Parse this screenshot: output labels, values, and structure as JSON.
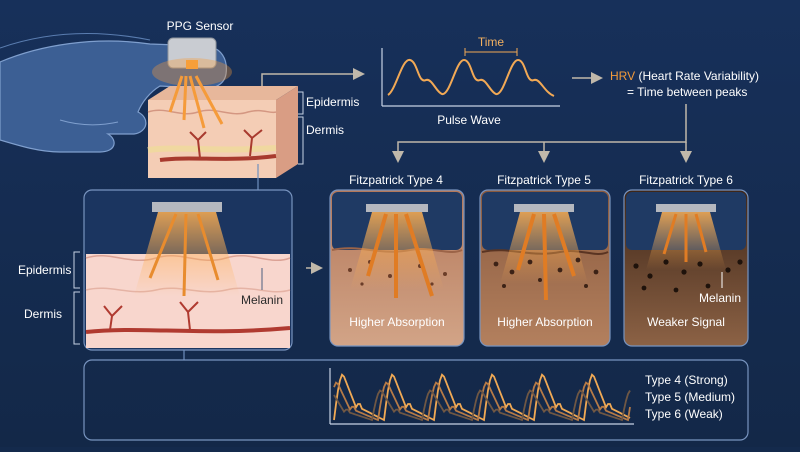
{
  "sensor": {
    "label": "PPG Sensor"
  },
  "skin_top": {
    "epidermis": "Epidermis",
    "dermis": "Dermis"
  },
  "pulse": {
    "label": "Pulse Wave",
    "time": "Time"
  },
  "hrv": {
    "abbr": "HRV",
    "full": " (Heart Rate Variability)",
    "line2": "= Time between peaks"
  },
  "detail": {
    "epidermis": "Epidermis",
    "dermis": "Dermis",
    "melanin": "Melanin"
  },
  "panels": [
    {
      "title": "Fitzpatrick Type 4",
      "caption": "Higher Absorption"
    },
    {
      "title": "Fitzpatrick Type 5",
      "caption": "Higher Absorption"
    },
    {
      "title": "Fitzpatrick Type 6",
      "caption": "Weaker Signal",
      "melanin": "Melanin"
    }
  ],
  "legend": [
    {
      "label": "Type 4 (Strong)",
      "color": "#f0a955"
    },
    {
      "label": "Type 5 (Medium)",
      "color": "#b57a47"
    },
    {
      "label": "Type 6 (Weak)",
      "color": "#6f5744"
    }
  ],
  "colors": {
    "accent": "#f29a3a",
    "line": "#8fa8c8",
    "background": "#142a4c"
  }
}
